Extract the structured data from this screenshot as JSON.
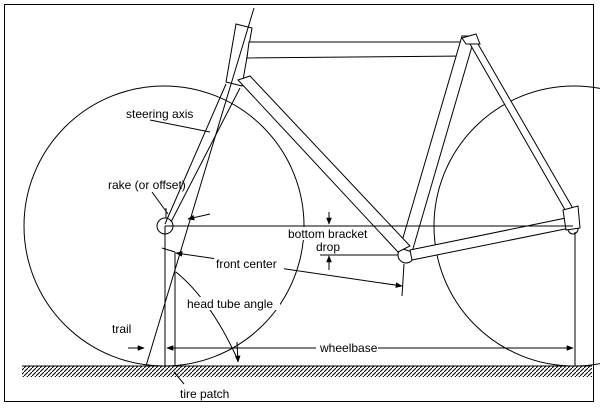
{
  "labels": {
    "steering_axis": "steering axis",
    "rake": "rake (or offset)",
    "bottom_bracket": "bottom bracket",
    "drop": "drop",
    "front_center": "front center",
    "head_tube_angle": "head tube angle",
    "trail": "trail",
    "wheelbase": "wheelbase",
    "tire_patch": "tire patch"
  },
  "colors": {
    "ink": "#000000",
    "paper": "#ffffff"
  }
}
